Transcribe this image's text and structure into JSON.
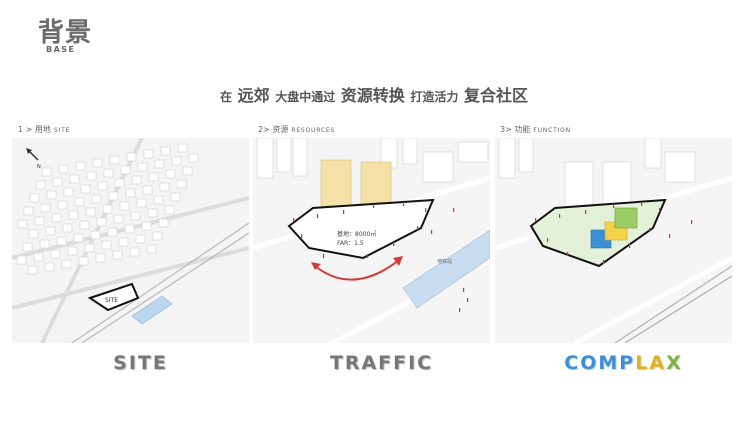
{
  "header": {
    "title_cn": "背景",
    "title_en": "BASE"
  },
  "headline": {
    "parts": [
      "在",
      "远郊",
      "大盘中通过",
      "资源转换",
      "打造活力",
      "复合社区"
    ]
  },
  "panels": [
    {
      "label": "1 > 用地",
      "label_en": "SITE",
      "caption": "SITE",
      "map_text": "SITE",
      "north": "N"
    },
    {
      "label": "2> 资源",
      "label_en": "RESOURCES",
      "caption": "TRAFFIC",
      "area_text": "基地：8000㎡",
      "far_text": "FAR：1.5",
      "station_label": "地铁站"
    },
    {
      "label": "3> 功能",
      "label_en": "FUNCTION",
      "caption_letters": [
        {
          "t": "C",
          "c": "#3a8fd6"
        },
        {
          "t": "O",
          "c": "#3a8fd6"
        },
        {
          "t": "M",
          "c": "#3a8fd6"
        },
        {
          "t": "P",
          "c": "#3a8fd6"
        },
        {
          "t": "L",
          "c": "#e0b21f"
        },
        {
          "t": "A",
          "c": "#e0b21f"
        },
        {
          "t": "X",
          "c": "#7cb342"
        }
      ]
    }
  ],
  "colors": {
    "blue": "#3a8fd6",
    "yellow": "#e0b21f",
    "green": "#7cb342",
    "site_fill": "#e4f1d9"
  }
}
